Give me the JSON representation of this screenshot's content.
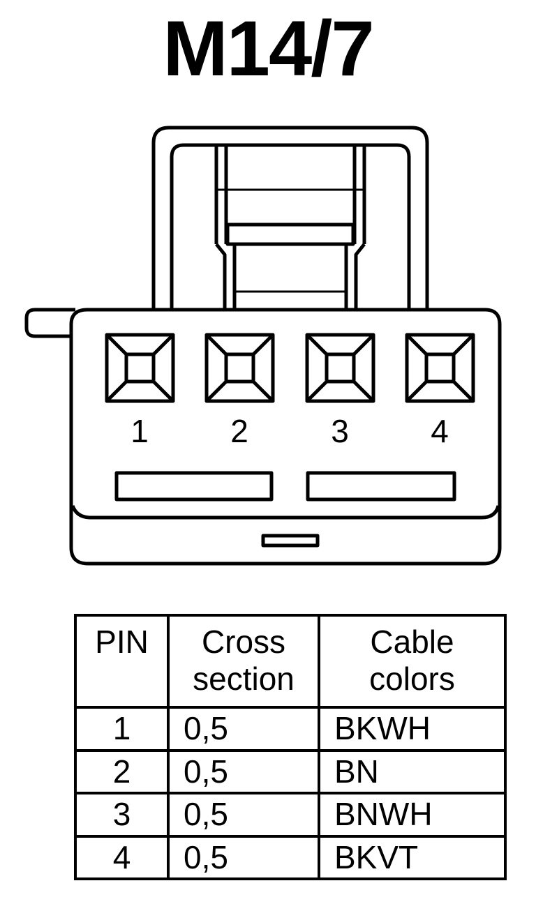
{
  "title": "M14/7",
  "connector": {
    "pin_labels": [
      "1",
      "2",
      "3",
      "4"
    ]
  },
  "table": {
    "headers": {
      "pin": "PIN",
      "cross_section": [
        "Cross",
        "section"
      ],
      "cable_colors": [
        "Cable",
        "colors"
      ]
    },
    "rows": [
      {
        "pin": "1",
        "cross_section": "0,5",
        "color": "BKWH"
      },
      {
        "pin": "2",
        "cross_section": "0,5",
        "color": "BN"
      },
      {
        "pin": "3",
        "cross_section": "0,5",
        "color": "BNWH"
      },
      {
        "pin": "4",
        "cross_section": "0,5",
        "color": "BKVT"
      }
    ]
  }
}
